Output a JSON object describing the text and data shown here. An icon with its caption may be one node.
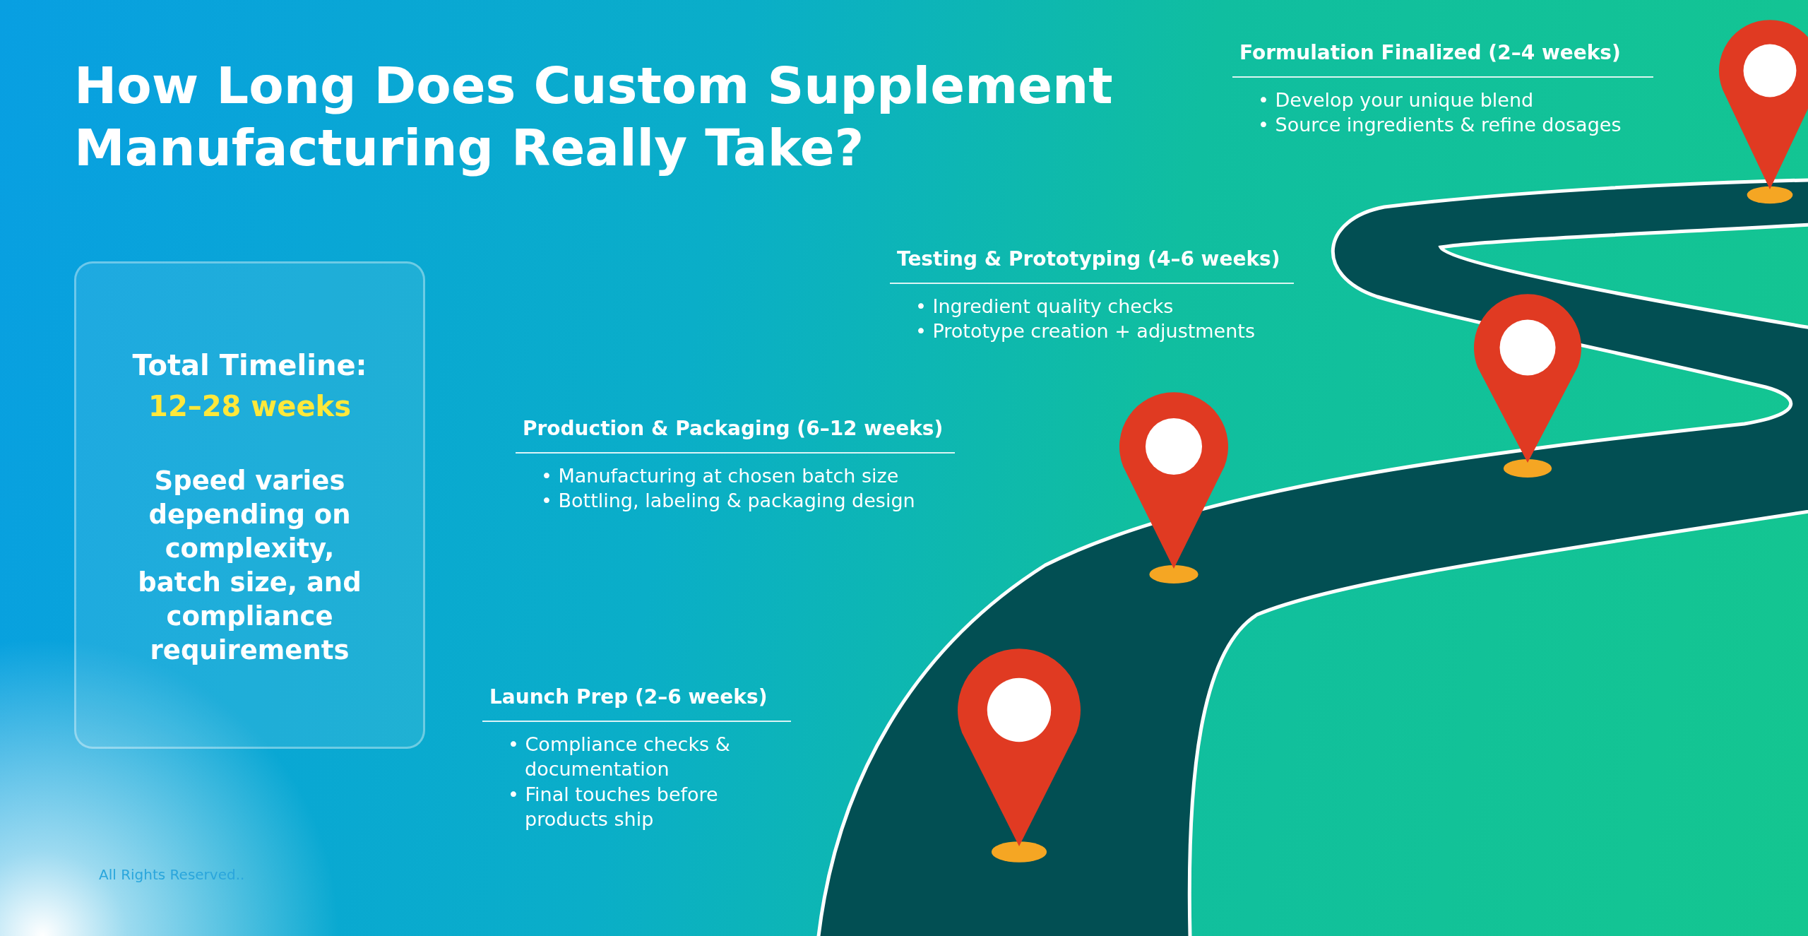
{
  "diagram": {
    "title": "How Long Does Custom Supplement Manufacturing Really Take?",
    "nodes": [
      {
        "text": [
          "Total Timeline:",
          "12–28 weeks",
          "Speed varies depending on complexity, batch size, and compliance requirements"
        ]
      },
      {
        "text": [
          "Formulation Finalized (2–4 weeks)",
          "• Develop your unique blend",
          "• Source ingredients & refine dosages"
        ]
      },
      {
        "text": [
          "Testing & Prototyping (4–6 weeks)",
          "• Ingredient quality checks",
          "• Prototype creation + adjustments"
        ]
      },
      {
        "text": [
          "Production & Packaging (6–12 weeks)",
          "• Manufacturing at chosen batch size",
          "• Bottling, labeling & packaging design"
        ]
      },
      {
        "text": [
          "Launch Prep (2–6 weeks)",
          "• Compliance checks & documentation",
          "• Final touches before products ship"
        ]
      }
    ],
    "labels": [
      "All Rights Reserved.."
    ]
  }
}
